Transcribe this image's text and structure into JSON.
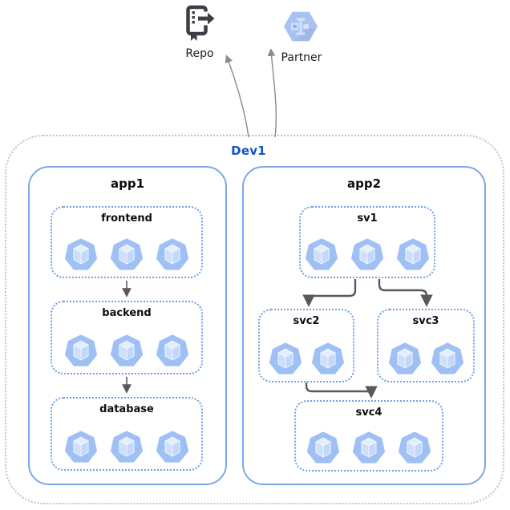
{
  "diagram": {
    "external_nodes": {
      "repo": {
        "label": "Repo",
        "icon": "source-repository-icon"
      },
      "partner": {
        "label": "Partner",
        "icon": "partner-interconnect-icon"
      }
    },
    "environment": {
      "label": "Dev1",
      "apps": [
        {
          "label": "app1",
          "services": [
            {
              "label": "frontend",
              "pods": 3
            },
            {
              "label": "backend",
              "pods": 3
            },
            {
              "label": "database",
              "pods": 3
            }
          ]
        },
        {
          "label": "app2",
          "services": [
            {
              "label": "sv1",
              "pods": 3
            },
            {
              "label": "svc2",
              "pods": 2
            },
            {
              "label": "svc3",
              "pods": 2
            },
            {
              "label": "svc4",
              "pods": 3
            }
          ]
        }
      ]
    },
    "edges": [
      {
        "from": "frontend",
        "to": "backend"
      },
      {
        "from": "backend",
        "to": "database"
      },
      {
        "from": "sv1",
        "to": "svc2"
      },
      {
        "from": "sv1",
        "to": "svc3"
      },
      {
        "from": "svc2",
        "to": "svc4"
      },
      {
        "from": "Dev1",
        "to": "Repo"
      },
      {
        "from": "Dev1",
        "to": "Partner"
      }
    ],
    "colors": {
      "env_border": "#c3c3c3",
      "app_border": "#7da7e9",
      "service_border": "#6f9fe8",
      "env_label": "#1152CB",
      "pod_fill": "#9EC0F4",
      "flow_arrow": "#595959",
      "link_arrow": "#8a8a8a",
      "repo_icon": "#3A3F45",
      "partner_hex": "#A9C2F3"
    }
  }
}
